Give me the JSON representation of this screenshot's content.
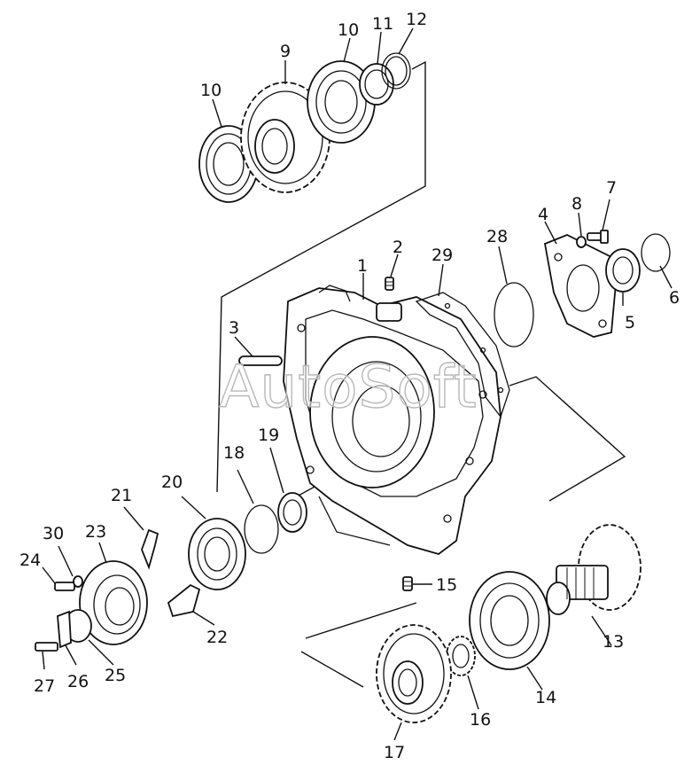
{
  "watermark": "AutoSoft",
  "callouts": [
    "1",
    "2",
    "3",
    "4",
    "5",
    "6",
    "7",
    "8",
    "9",
    "10",
    "10",
    "11",
    "12",
    "13",
    "14",
    "15",
    "16",
    "17",
    "18",
    "19",
    "20",
    "21",
    "22",
    "23",
    "24",
    "25",
    "26",
    "27",
    "28",
    "29",
    "30"
  ]
}
